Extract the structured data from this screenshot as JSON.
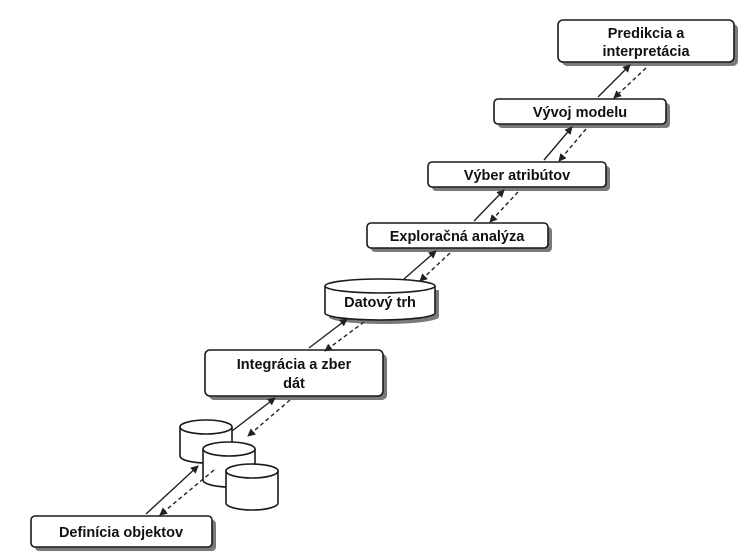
{
  "steps": [
    {
      "id": "definicia",
      "label": "Definícia objektov"
    },
    {
      "id": "integracia",
      "label_line1": "Integrácia a zber",
      "label_line2": "dát"
    },
    {
      "id": "datovy-trh",
      "label": "Datový trh"
    },
    {
      "id": "exploracna",
      "label": "Exploračná analýza"
    },
    {
      "id": "vyber",
      "label": "Výber atribútov"
    },
    {
      "id": "vyvoj",
      "label": "Vývoj modelu"
    },
    {
      "id": "predikcia",
      "label_line1": "Predikcia a",
      "label_line2": "interpretácia"
    }
  ],
  "flow": {
    "forward_style": "solid arrow",
    "backward_style": "dashed arrow"
  }
}
